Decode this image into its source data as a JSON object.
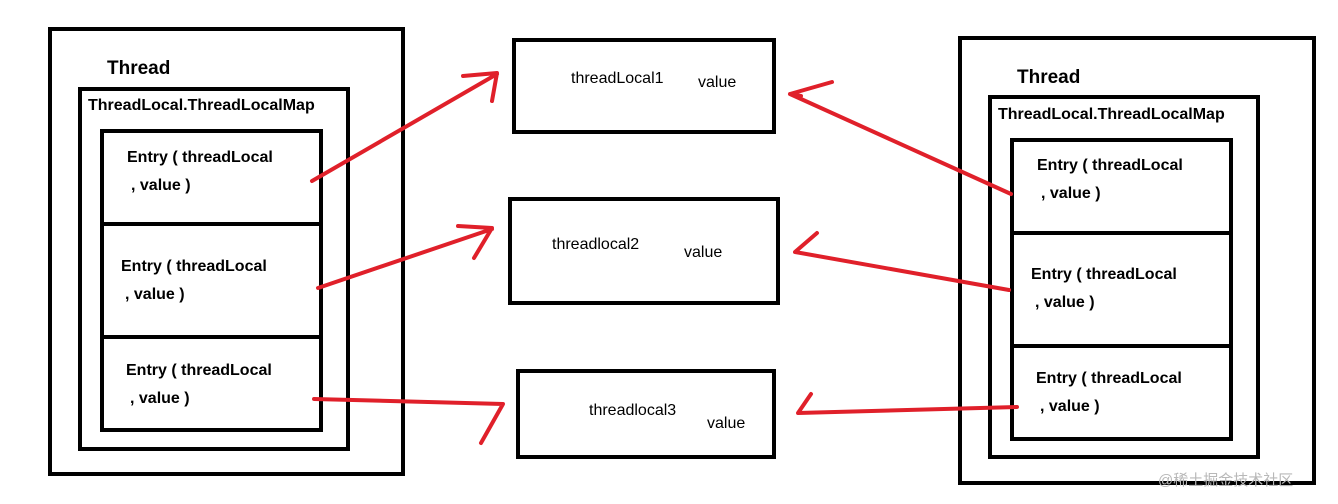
{
  "left_thread": {
    "title": "Thread",
    "map_label": "ThreadLocal.ThreadLocalMap",
    "entries": [
      {
        "line1": "Entry ( threadLocal",
        "line2": ", value )"
      },
      {
        "line1": "Entry ( threadLocal",
        "line2": ", value )"
      },
      {
        "line1": "Entry ( threadLocal",
        "line2": ", value )"
      }
    ]
  },
  "right_thread": {
    "title": "Thread",
    "map_label": "ThreadLocal.ThreadLocalMap",
    "entries": [
      {
        "line1": "Entry ( threadLocal",
        "line2": ", value )"
      },
      {
        "line1": "Entry ( threadLocal",
        "line2": ", value )"
      },
      {
        "line1": "Entry ( threadLocal",
        "line2": ", value )"
      }
    ]
  },
  "center_boxes": [
    {
      "name": "threadLocal1",
      "value": "value"
    },
    {
      "name": "threadlocal2",
      "value": "value"
    },
    {
      "name": "threadlocal3",
      "value": "value"
    }
  ],
  "watermark": "@稀土掘金技术社区",
  "colors": {
    "arrow": "#e0202a",
    "border": "#000000"
  }
}
